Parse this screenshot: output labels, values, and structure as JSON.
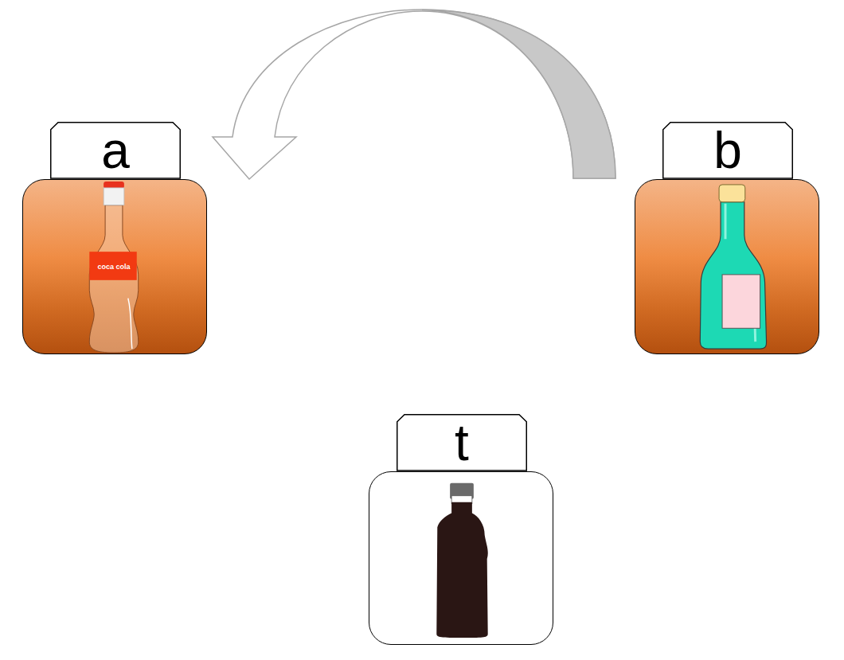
{
  "diagram": {
    "nodes": [
      {
        "text": [
          "a"
        ]
      },
      {
        "text": [
          "b"
        ]
      },
      {
        "text": [
          "t"
        ]
      }
    ],
    "edges": [
      {
        "from": 1,
        "to": 0,
        "arrow": "to"
      }
    ],
    "labels": [
      "coca cola"
    ]
  }
}
